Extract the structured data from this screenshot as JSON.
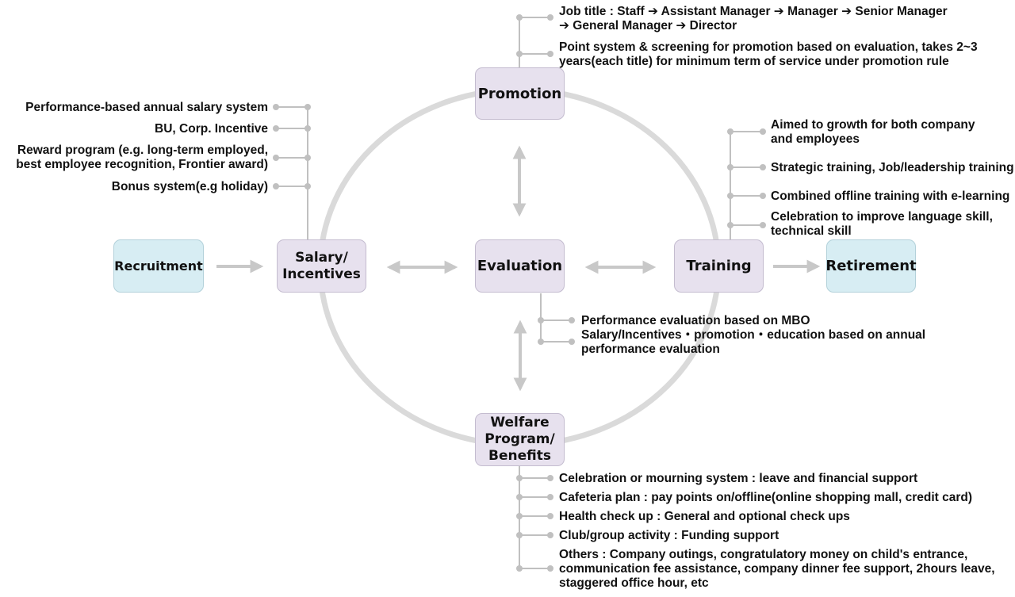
{
  "colors": {
    "ring": "#dadada",
    "connector": "#c0c0c0",
    "arrow": "#c8c8c8",
    "box_lavender": "#e7e1ee",
    "box_cyan": "#d7edf3",
    "text": "#111111"
  },
  "nodes": {
    "promotion": "Promotion",
    "evaluation": "Evaluation",
    "salary": "Salary/\nIncentives",
    "training": "Training",
    "welfare": "Welfare\nProgram/\nBenefits",
    "recruitment": "Recruitment",
    "retirement": "Retirement"
  },
  "promotion_notes": [
    "Job title : Staff ➔ Assistant Manager ➔ Manager ➔ Senior Manager\n➔ General Manager ➔ Director",
    "Point system & screening for promotion based on evaluation, takes 2~3\nyears(each title) for minimum term of service under promotion rule"
  ],
  "salary_notes": [
    "Performance-based annual salary system",
    "BU, Corp. Incentive",
    "Reward program (e.g. long-term employed,\nbest employee recognition, Frontier award)",
    "Bonus system(e.g holiday)"
  ],
  "training_notes": [
    "Aimed to growth for both company\nand employees",
    "Strategic training, Job/leadership training",
    "Combined offline training with e-learning",
    "Celebration to improve language skill,\ntechnical skill"
  ],
  "evaluation_notes": [
    "Performance evaluation based on MBO",
    "Salary/Incentives・promotion・education based on annual\nperformance evaluation"
  ],
  "welfare_notes": [
    "Celebration or mourning system : leave and financial support",
    "Cafeteria plan : pay points on/offline(online shopping mall, credit card)",
    "Health check up : General and optional check ups",
    "Club/group activity : Funding support",
    "Others : Company outings, congratulatory money on child's entrance,\ncommunication fee assistance, company dinner fee support, 2hours leave,\nstaggered office hour, etc"
  ]
}
